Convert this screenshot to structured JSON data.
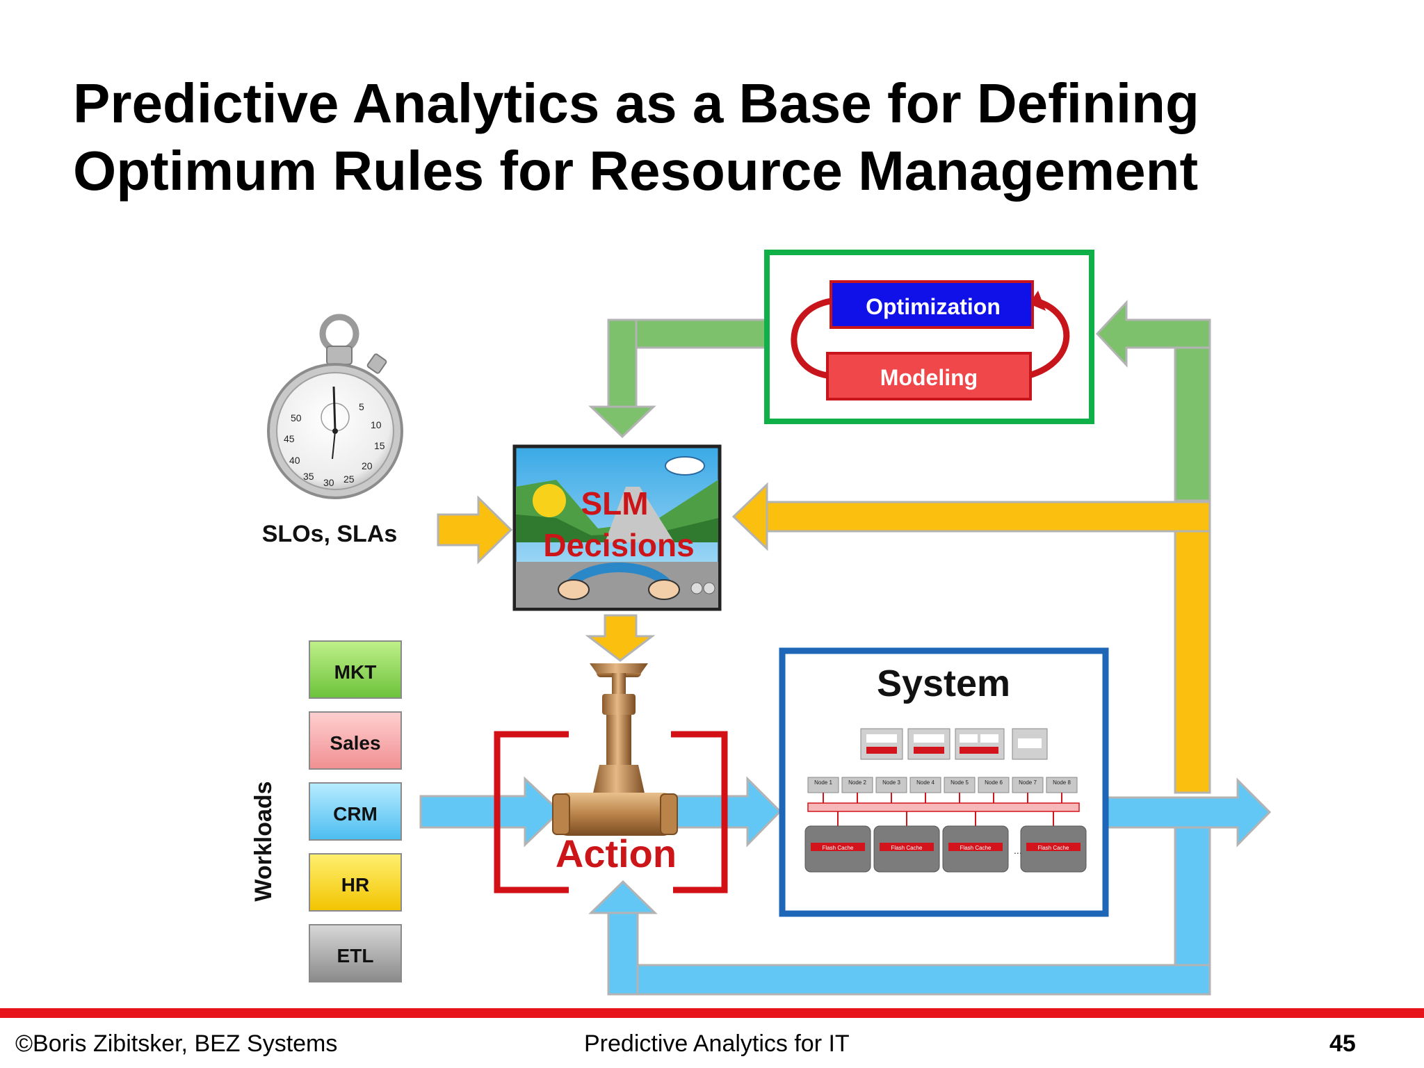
{
  "title": {
    "line1": "Predictive Analytics as a Base for Defining",
    "line2": "Optimum Rules for Resource Management"
  },
  "loop": {
    "optimization": "Optimization",
    "modeling": "Modeling"
  },
  "slm": {
    "line1": "SLM",
    "line2": "Decisions"
  },
  "slos_label": "SLOs, SLAs",
  "workloads": {
    "axis_label": "Workloads",
    "items": [
      "MKT",
      "Sales",
      "CRM",
      "HR",
      "ETL"
    ]
  },
  "action_label": "Action",
  "system": {
    "title": "System",
    "node_prefix": "Node",
    "cell_label": "Flash Cache",
    "ellipsis": "..."
  },
  "stopwatch": {
    "dial_numbers": [
      "5",
      "10",
      "15",
      "20",
      "25",
      "30",
      "35",
      "40",
      "45",
      "50"
    ]
  },
  "colors": {
    "green_arrow": "#7dc16c",
    "gold_arrow": "#fbbf10",
    "blue_arrow": "#63c7f6",
    "green_frame": "#10b048",
    "blue_frame": "#1d66b8",
    "red_frame": "#d31016",
    "optimization_fill": "#1010e8",
    "modeling_fill": "#f0474a",
    "footer_bar": "#e8141c"
  },
  "footer": {
    "left": "©Boris Zibitsker, BEZ Systems",
    "center": "Predictive Analytics for IT",
    "page": "45"
  }
}
